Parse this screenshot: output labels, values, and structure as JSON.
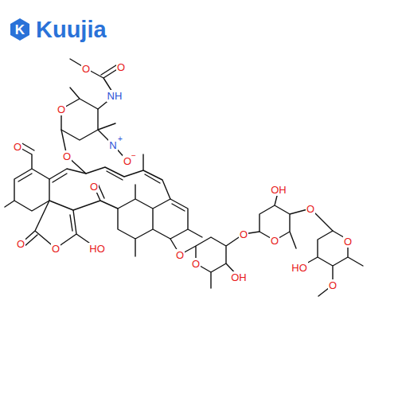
{
  "diagram": {
    "labels": [
      "K",
      "Kuujia",
      "O",
      "O",
      "NH",
      "O",
      "N",
      "+",
      "O",
      "−",
      "O",
      "O",
      "O",
      "HO",
      "O",
      "O",
      "O",
      "O",
      "OH",
      "O",
      "O",
      "OH",
      "O",
      "O",
      "HO",
      "O"
    ]
  }
}
